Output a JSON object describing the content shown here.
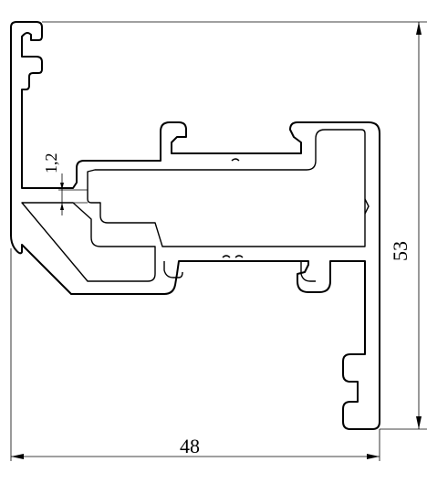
{
  "drawing": {
    "dimensions": {
      "width_value": "48",
      "height_value": "53",
      "wall_thickness_value": "1,2"
    },
    "colors": {
      "stroke": "#000000",
      "background": "#ffffff"
    }
  }
}
